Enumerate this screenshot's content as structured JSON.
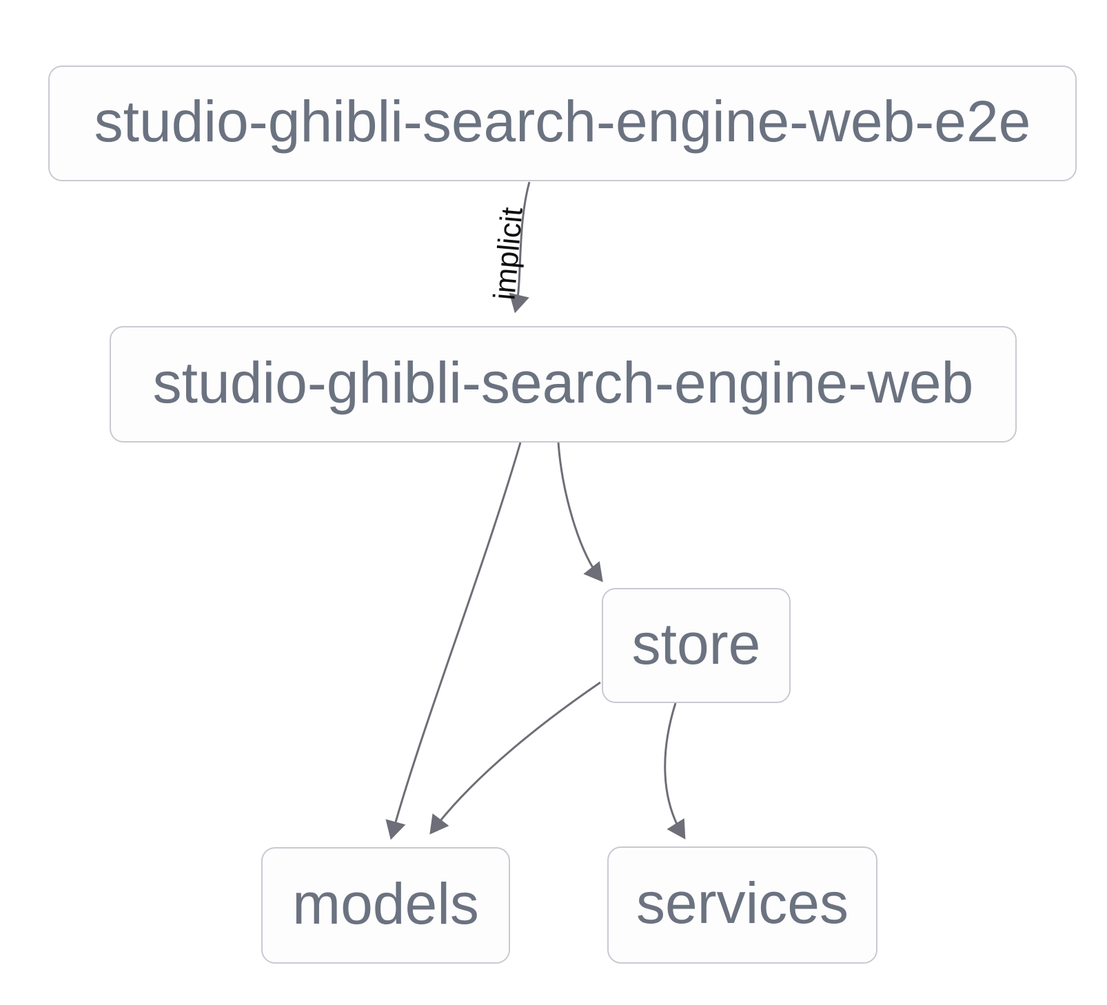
{
  "diagram": {
    "nodes": [
      {
        "id": "studio-ghibli-search-engine-web-e2e",
        "label": "studio-ghibli-search-engine-web-e2e"
      },
      {
        "id": "studio-ghibli-search-engine-web",
        "label": "studio-ghibli-search-engine-web"
      },
      {
        "id": "store",
        "label": "store"
      },
      {
        "id": "models",
        "label": "models"
      },
      {
        "id": "services",
        "label": "services"
      }
    ],
    "edges": [
      {
        "from": "studio-ghibli-search-engine-web-e2e",
        "to": "studio-ghibli-search-engine-web",
        "label": "implicit"
      },
      {
        "from": "studio-ghibli-search-engine-web",
        "to": "store",
        "label": ""
      },
      {
        "from": "studio-ghibli-search-engine-web",
        "to": "models",
        "label": ""
      },
      {
        "from": "store",
        "to": "models",
        "label": ""
      },
      {
        "from": "store",
        "to": "services",
        "label": ""
      }
    ],
    "colors": {
      "background": "#ffffff",
      "node_fill": "#fdfdfe",
      "node_border": "#c9c9d1",
      "node_text": "#6b7280",
      "edge": "#6e6e78",
      "edge_label_text": "#0f0f0f"
    }
  }
}
